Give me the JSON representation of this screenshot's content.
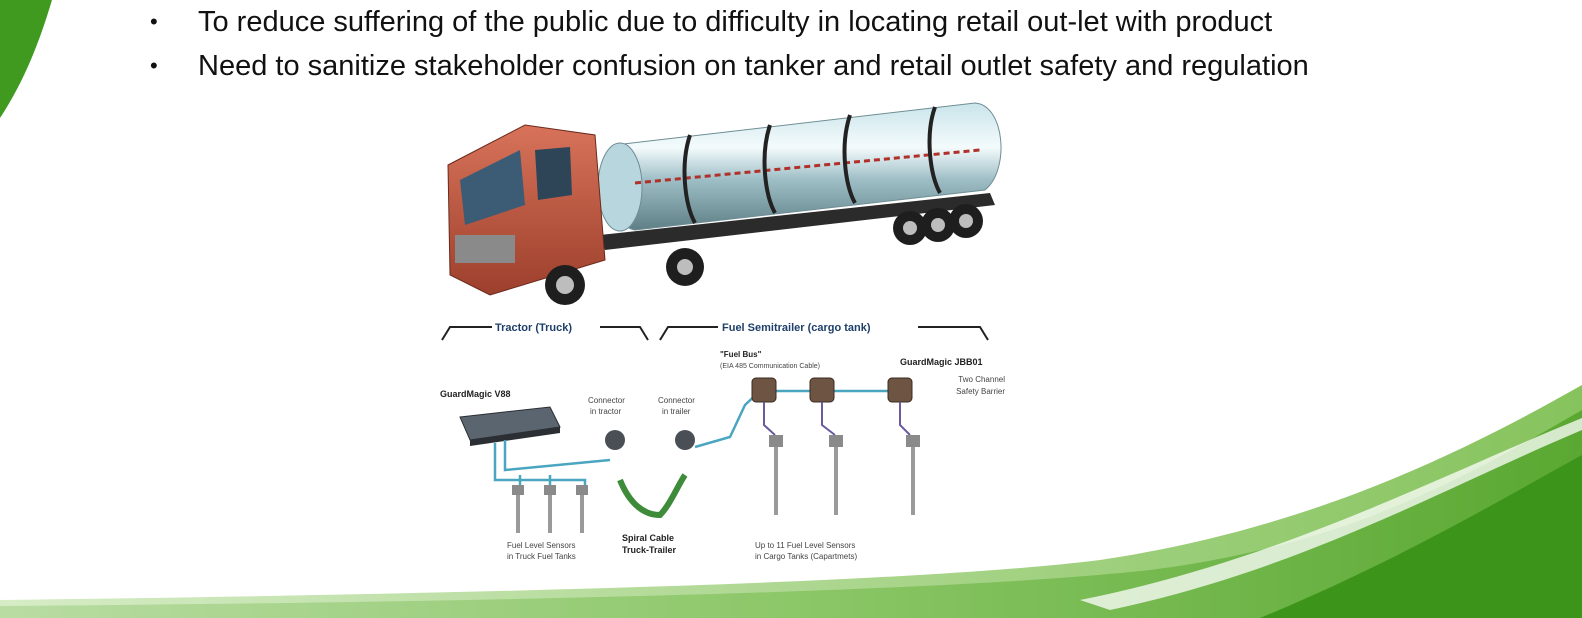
{
  "bullets": [
    "To reduce suffering of the public due to difficulty in locating retail out-let with product",
    "Need to sanitize stakeholder confusion on tanker and retail outlet safety and regulation"
  ],
  "diagram": {
    "tractor_label": "Tractor (Truck)",
    "semitrailer_label": "Fuel Semitrailer (cargo tank)",
    "fuel_bus_label": "\"Fuel Bus\"",
    "fuel_bus_sub": "(EIA 485 Communication Cable)",
    "barrier_title": "GuardMagic JBB01",
    "barrier_line1": "Two Channel",
    "barrier_line2": "Safety Barrier",
    "unit_label": "GuardMagic V88",
    "conn_tractor_1": "Connector",
    "conn_tractor_2": "in tractor",
    "conn_trailer_1": "Connector",
    "conn_trailer_2": "in trailer",
    "truck_sensors_1": "Fuel Level Sensors",
    "truck_sensors_2": "in Truck Fuel Tanks",
    "spiral_1": "Spiral Cable",
    "spiral_2": "Truck-Trailer",
    "cargo_sensors_1": "Up to 11 Fuel Level Sensors",
    "cargo_sensors_2": "in Cargo Tanks (Capartmets)"
  }
}
